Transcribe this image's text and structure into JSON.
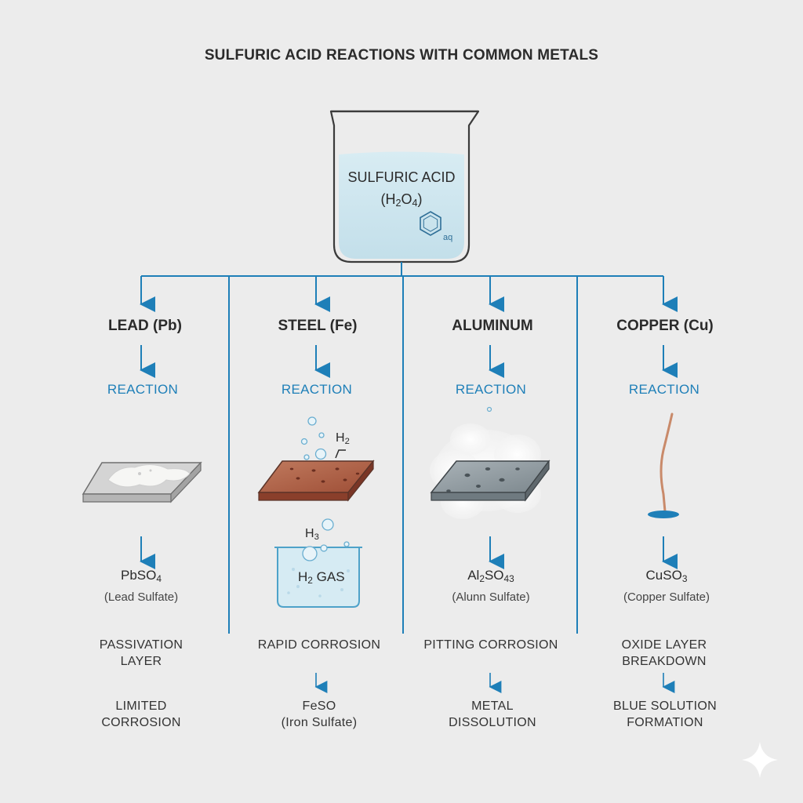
{
  "title": "SULFURIC ACID REACTIONS WITH COMMON METALS",
  "beaker": {
    "label": "SULFURIC ACID",
    "formula_main": "H",
    "formula_sub1": "2",
    "formula_mid": "O",
    "formula_sub2": "4",
    "aq_label": "aq"
  },
  "columns": [
    {
      "metal": "LEAD (Pb)",
      "reaction": "REACTION",
      "product_main": "PbSO",
      "product_sub": "4",
      "product_tail": "",
      "product_name": "(Lead Sulfate)",
      "note_line1": "PASSIVATION",
      "note_line2": "LAYER",
      "final_line1": "LIMITED",
      "final_line2": "CORROSION"
    },
    {
      "metal": "STEEL (Fe)",
      "reaction": "REACTION",
      "gas_label_main": "H",
      "gas_label_sub": "2",
      "gas2_label_main": "H",
      "gas2_label_sub": "3",
      "container_main": "H",
      "container_sub": "2",
      "container_tail": " GAS",
      "note_line1": "RAPID CORROSION",
      "final_line1": "FeSO",
      "final_line2": "(Iron Sulfate)"
    },
    {
      "metal": "ALUMINUM",
      "reaction": "REACTION",
      "product_main": "Al",
      "product_sub": "2",
      "product_mid": "SO",
      "product_sub2": "43",
      "product_name": "(Alunn Sulfate)",
      "note_line1": "PITTING CORROSION",
      "final_line1": "METAL",
      "final_line2": "DISSOLUTION"
    },
    {
      "metal": "COPPER (Cu)",
      "reaction": "REACTION",
      "product_main": "CuSO",
      "product_sub": "3",
      "product_name": "(Copper Sulfate)",
      "note_line1": "OXIDE LAYER",
      "note_line2": "BREAKDOWN",
      "final_line1": "BLUE SOLUTION",
      "final_line2": "FORMATION"
    }
  ],
  "colors": {
    "background": "#ececec",
    "arrow_blue": "#1e7fb8",
    "liquid": "#cfe6ef",
    "lead_plate": "#c9c9c9",
    "steel_plate": "#b8644a",
    "aluminum_plate": "#8e9aa1",
    "copper_wire": "#c98a6a"
  }
}
